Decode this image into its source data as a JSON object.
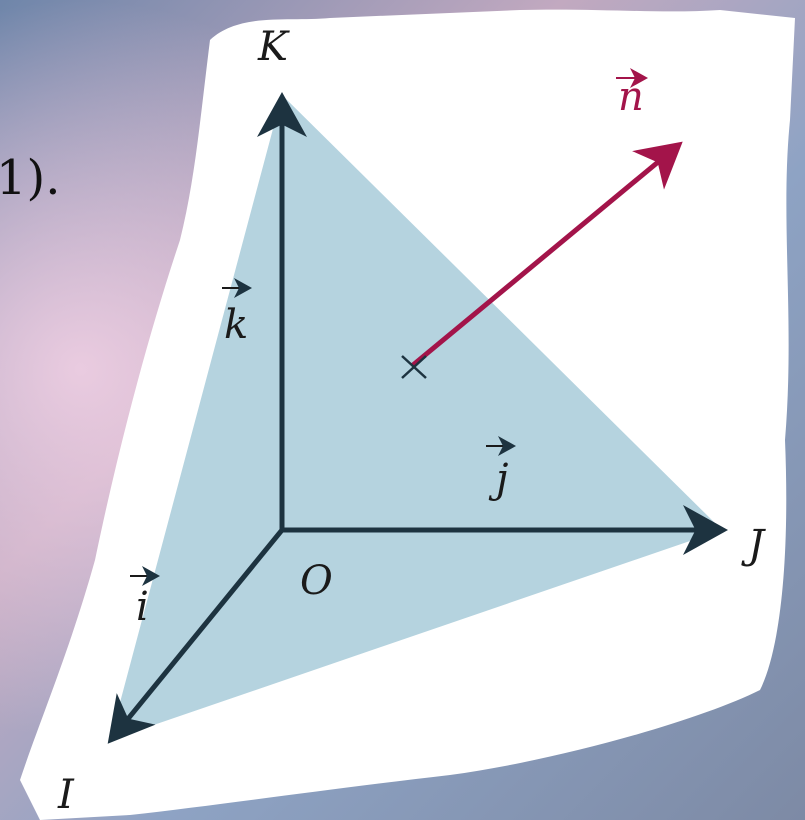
{
  "partial_text": "1).",
  "labels": {
    "K": "K",
    "I": "I",
    "J": "J",
    "O": "O",
    "vec_i": "i",
    "vec_j": "j",
    "vec_k": "k",
    "vec_n": "n"
  },
  "colors": {
    "background_top": "#7f93b3",
    "background_bottom": "#9aa3b6",
    "paper": "#ffffff",
    "triangle_fill": "#b5d3df",
    "axis_stroke": "#1d3340",
    "normal_vector": "#a3144a",
    "text": "#1a1a1a"
  },
  "icons": {
    "arrow_marker": "arrowhead",
    "point_marker": "cross-mark"
  }
}
